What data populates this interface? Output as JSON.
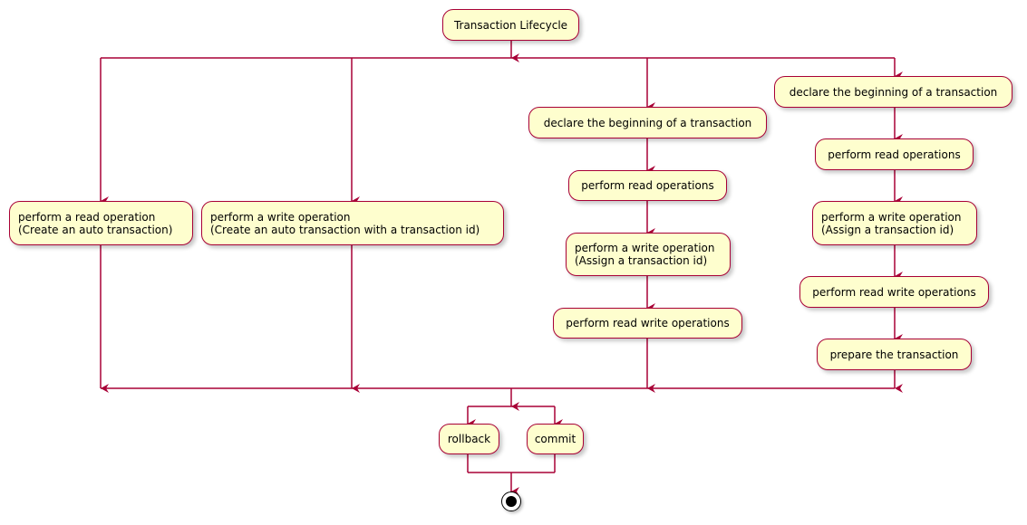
{
  "diagram": {
    "start": "Transaction Lifecycle",
    "branches": [
      {
        "steps": [
          "perform a read operation\n(Create an auto transaction)"
        ]
      },
      {
        "steps": [
          "perform a write operation\n(Create an auto transaction with a transaction id)"
        ]
      },
      {
        "steps": [
          "declare the beginning of a transaction",
          "perform read operations",
          "perform a write operation\n(Assign a transaction id)",
          "perform read write operations"
        ]
      },
      {
        "steps": [
          "declare the beginning of a transaction",
          "perform read operations",
          "perform a write operation\n(Assign a transaction id)",
          "perform read write operations",
          "prepare the transaction"
        ]
      }
    ],
    "outcomes": [
      "rollback",
      "commit"
    ],
    "colors": {
      "node_fill": "#fefece",
      "node_border": "#a80036",
      "arrow": "#a80036",
      "end": "#000000"
    }
  }
}
